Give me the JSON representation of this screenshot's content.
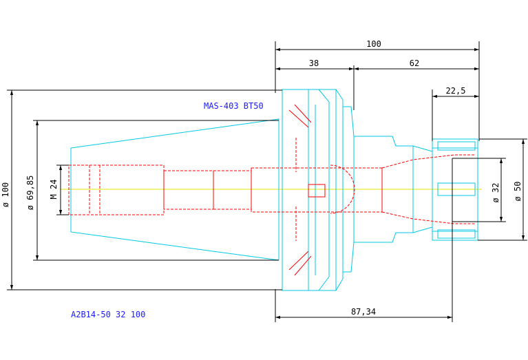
{
  "labels": {
    "standard": "MAS-403 BT50",
    "part_number": "A2B14-50 32 100"
  },
  "dimensions": {
    "total_length": "100",
    "flange_length": "38",
    "body_length": "62",
    "nut_length": "22,5",
    "gauge_length": "87,34",
    "flange_diameter": "ø 100",
    "taper_diameter": "ø 69,85",
    "thread": "M 24",
    "bore_diameter": "ø 32",
    "nut_diameter": "ø 50"
  },
  "colors": {
    "outline": "#00c8e6",
    "hidden": "#ff0000",
    "dimension": "#000000",
    "centerline": "#e6e600",
    "label": "#1a1aff"
  }
}
